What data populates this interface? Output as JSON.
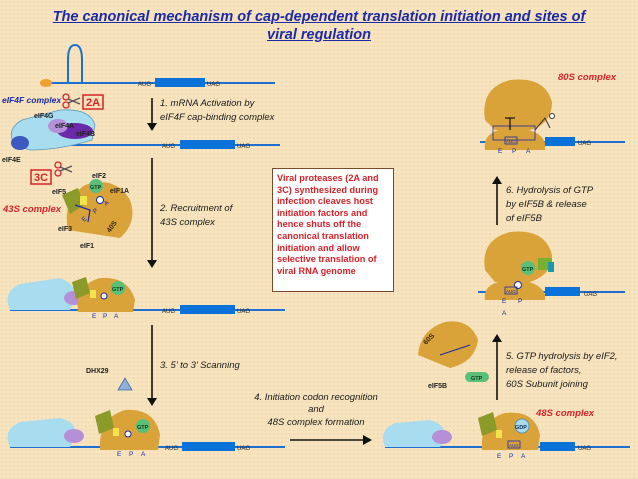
{
  "title": {
    "line1": "The canonical mechanism of  cap-dependent translation initiation and sites of",
    "line2": "viral regulation"
  },
  "codons": {
    "start": "AUG",
    "stop": "UAG"
  },
  "complexes": {
    "eif4f": "eIF4F complex",
    "s43": "43S complex",
    "s48": "48S complex",
    "s80": "80S complex",
    "ribo40s": "40S",
    "ribo60s": "60S"
  },
  "factors": {
    "eif4g": "eIF4G",
    "eif4a": "eIF4A",
    "eif4b": "eIF4B",
    "eif4e": "eIF4E",
    "eif2": "eIF2",
    "eif5": "eIF5",
    "eif1a": "eIF1A",
    "eif3": "eIF3",
    "eif1": "eIF1",
    "eif5b": "eIF5B",
    "dhx29": "DHX29",
    "gtp": "GTP",
    "gdp": "GDP"
  },
  "proteases": {
    "p2a": "2A",
    "p3c": "3C"
  },
  "sites": {
    "e": "E",
    "p": "P",
    "a": "A"
  },
  "steps": {
    "s1a": "1. mRNA Activation by",
    "s1b": "eIF4F cap-binding complex",
    "s2a": "2. Recruitment of",
    "s2b": "43S complex",
    "s3": "3. 5’ to 3’ Scanning",
    "s4a": "4. Initiation codon recognition",
    "s4b": "and",
    "s4c": "48S complex formation",
    "s5a": "5. GTP hydrolysis by eIF2,",
    "s5b": "release of factors,",
    "s5c": "60S Subunit joining",
    "s6a": "6. Hydrolysis of GTP",
    "s6b": "by eIF5B & release",
    "s6c": "of eIF5B"
  },
  "viral_note": "Viral proteases (2A and 3C) synthesized during infection cleaves host initiation factors and hence shuts off the canonical translation initiation and allow selective translation of viral RNA genome",
  "colors": {
    "mrna": "#1f6fd0",
    "orf": "#0a72d8",
    "ribosome": "#d9a33a",
    "small_subunit": "#5bbde8",
    "eif4g": "#a8dcef",
    "eif4a": "#b590d8",
    "eif3": "#8c9a2a",
    "gtp": "#5bbf7a",
    "accent_red": "#d8232a",
    "title": "#1a2aa8"
  }
}
